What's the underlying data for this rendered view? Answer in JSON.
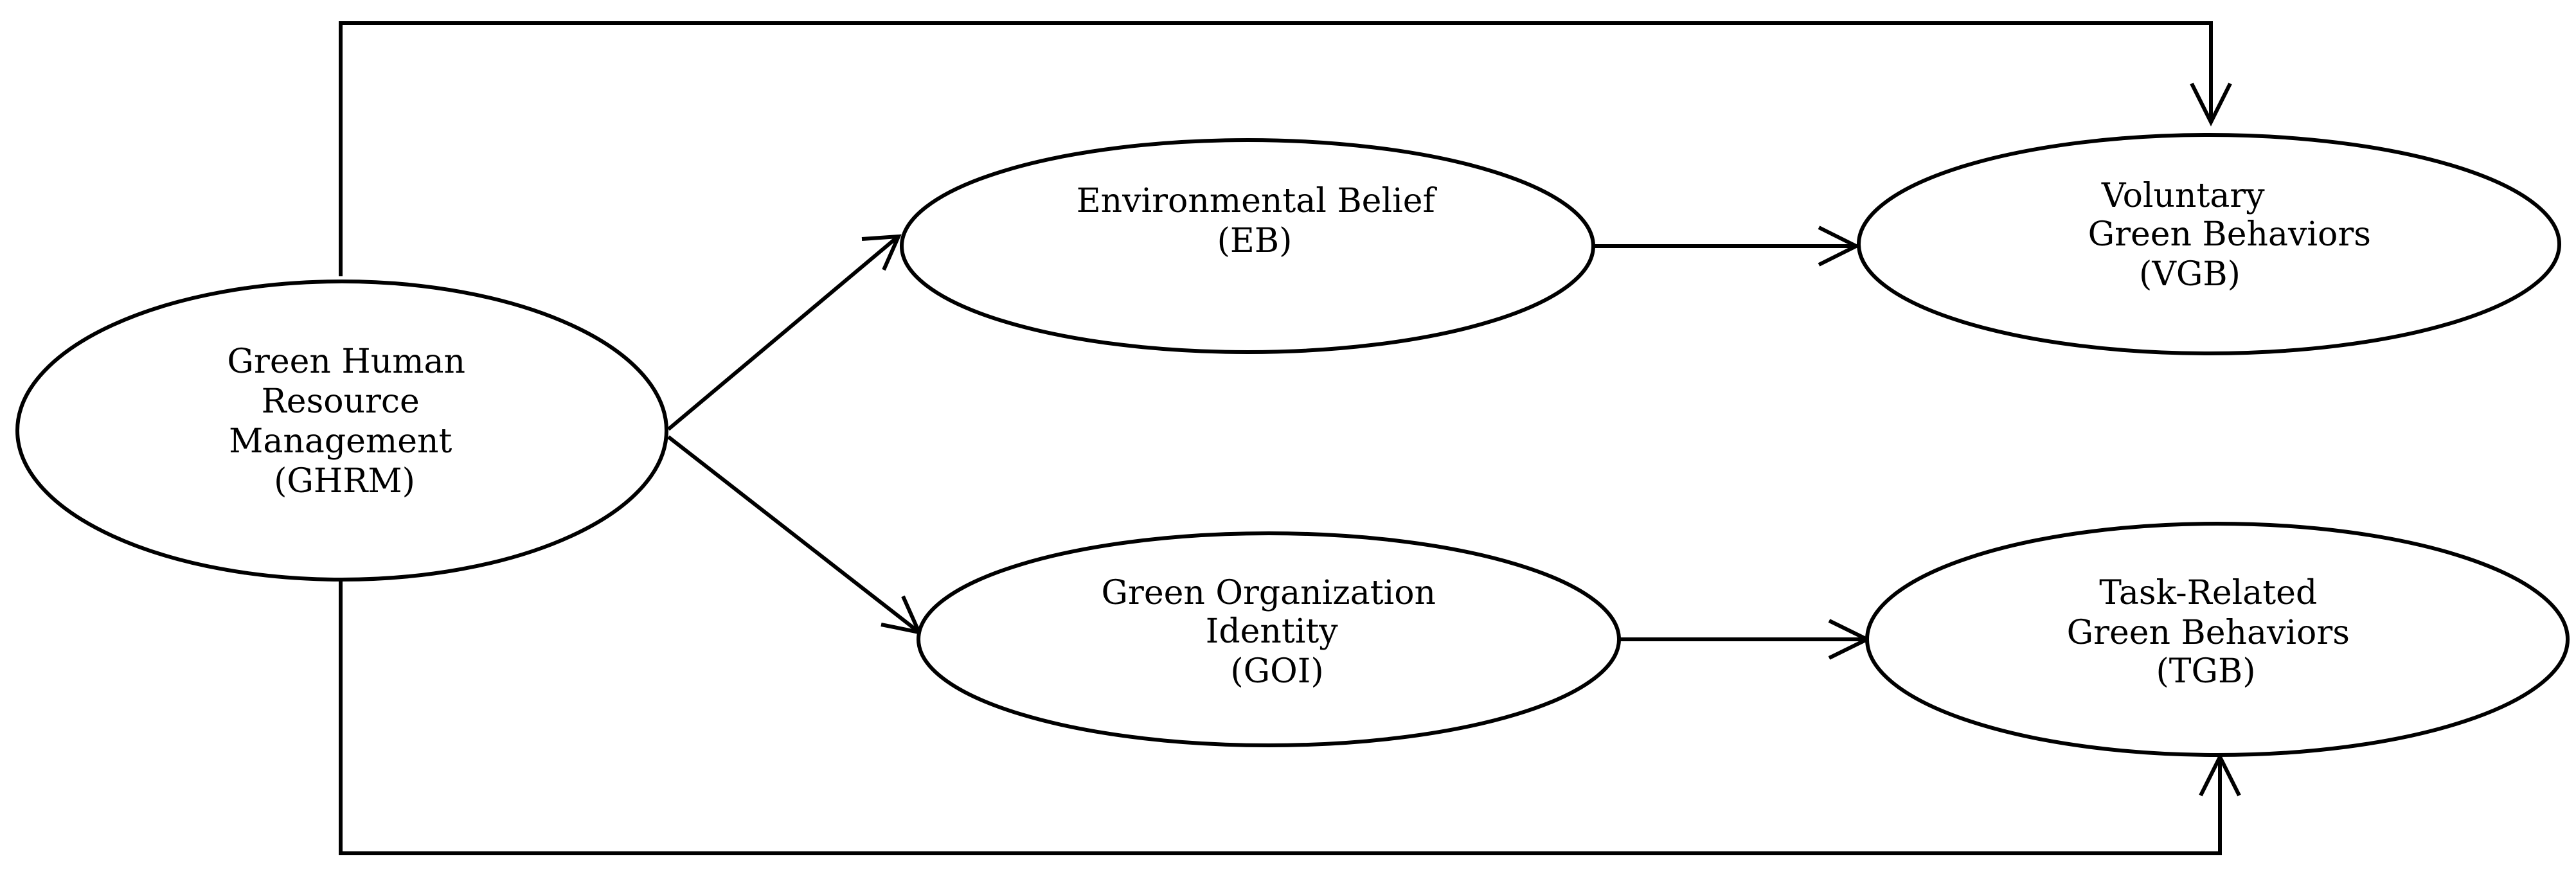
{
  "diagram": {
    "nodes": {
      "ghrm": {
        "lines": [
          "Green Human",
          "Resource",
          "Management",
          "(GHRM)"
        ]
      },
      "eb": {
        "lines": [
          "Environmental Belief",
          "(EB)"
        ]
      },
      "goi": {
        "lines": [
          "Green Organization",
          "Identity",
          "(GOI)"
        ]
      },
      "vgb": {
        "lines": [
          "Voluntary",
          "Green Behaviors",
          "(VGB)"
        ]
      },
      "tgb": {
        "lines": [
          "Task-Related",
          "Green Behaviors",
          "(TGB)"
        ]
      }
    },
    "edges": [
      {
        "from": "ghrm",
        "to": "eb"
      },
      {
        "from": "ghrm",
        "to": "goi"
      },
      {
        "from": "eb",
        "to": "vgb"
      },
      {
        "from": "goi",
        "to": "tgb"
      },
      {
        "from": "ghrm",
        "to": "vgb"
      },
      {
        "from": "ghrm",
        "to": "tgb"
      }
    ]
  }
}
